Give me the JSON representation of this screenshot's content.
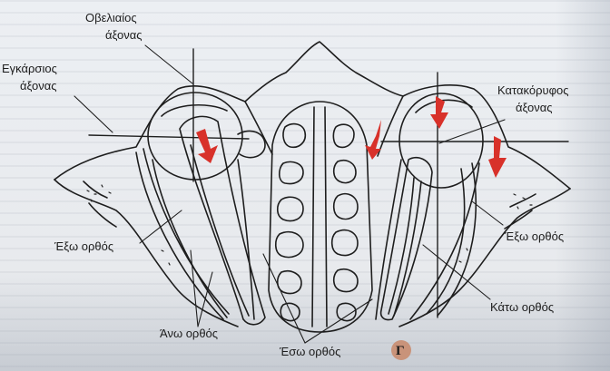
{
  "labels": {
    "sagittal_axis_line1": "Οβελιαίος",
    "sagittal_axis_line2": "άξονας",
    "transverse_axis_line1": "Εγκάρσιος",
    "transverse_axis_line2": "άξονας",
    "vertical_axis_line1": "Κατακόρυφος",
    "vertical_axis_line2": "άξονας",
    "lateral_rectus_left": "Έξω ορθός",
    "lateral_rectus_right": "Έξω ορθός",
    "superior_rectus": "Άνω ορθός",
    "medial_rectus": "Έσω ορθός",
    "inferior_rectus": "Κάτω ορθός"
  },
  "figure_badge": "Γ",
  "colors": {
    "arrow": "#d8312a",
    "ink": "#1e1e1e",
    "badge": "#c9937a"
  }
}
